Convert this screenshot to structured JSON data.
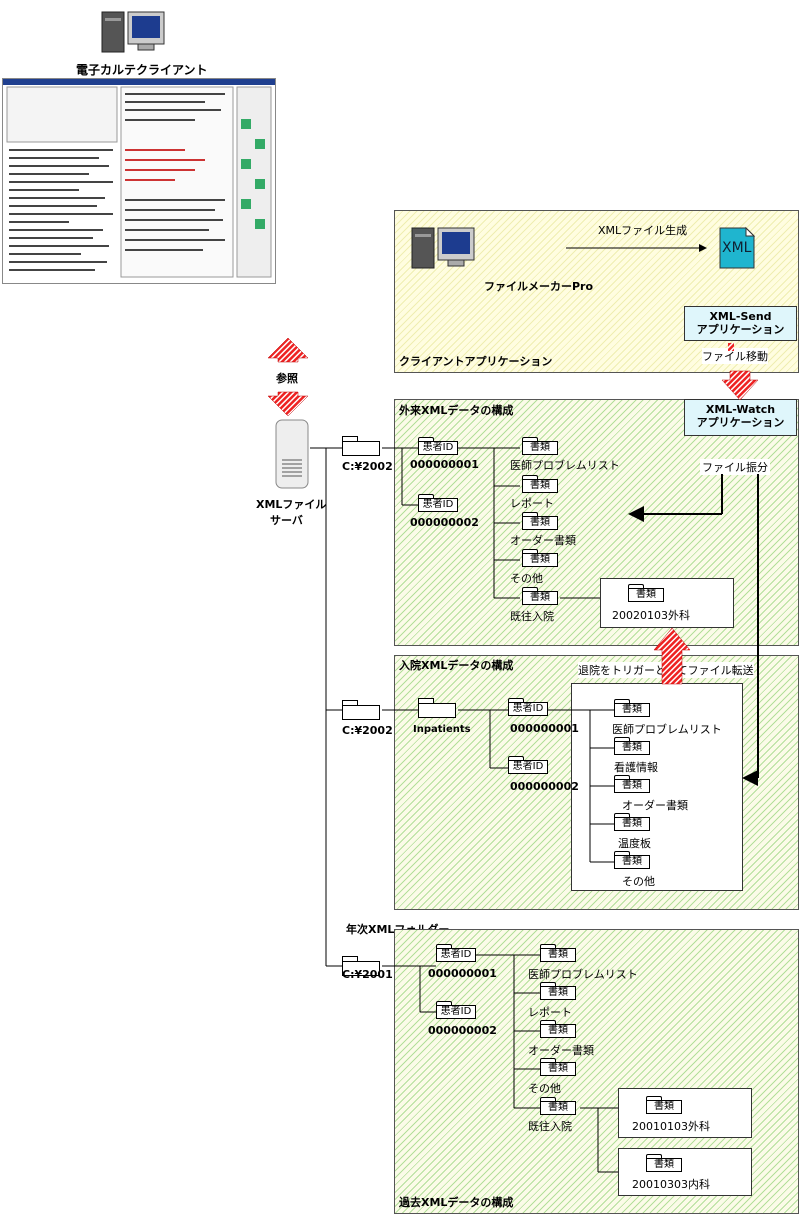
{
  "client": {
    "label": "電子カルテクライアント"
  },
  "client_app_panel": {
    "title": "クライアントアプリケーション",
    "filemaker_label": "ファイルメーカーPro",
    "xml_gen_label": "XMLファイル生成",
    "xml_icon_text": "XML",
    "xml_send_line1": "XML-Send",
    "xml_send_line2": "アプリケーション",
    "file_move": "ファイル移動"
  },
  "reference_label": "参照",
  "server": {
    "line1": "XMLファイル",
    "line2": "サーバ"
  },
  "outpatient": {
    "title": "外来XMLデータの構成",
    "drive": "C:¥2002",
    "watch_line1": "XML-Watch",
    "watch_line2": "アプリケーション",
    "file_sort": "ファイル振分",
    "patient_label": "患者ID",
    "patient_1": "000000001",
    "patient_2": "000000002",
    "doc_label": "書類",
    "docs": [
      "医師プロブレムリスト",
      "レポート",
      "オーダー書類",
      "その他",
      "既往入院"
    ],
    "past_doc": "20020103外科"
  },
  "inpatient": {
    "title": "入院XMLデータの構成",
    "trigger": "退院をトリガーとしてファイル転送",
    "drive": "C:¥2002",
    "folder": "Inpatients",
    "patient_label": "患者ID",
    "patient_1": "000000001",
    "patient_2": "000000002",
    "doc_label": "書類",
    "docs": [
      "医師プロブレムリスト",
      "看護情報",
      "オーダー書類",
      "温度板",
      "その他"
    ]
  },
  "annual": {
    "title": "年次XMLフォルダー",
    "panel_title": "過去XMLデータの構成",
    "drive": "C:¥2001",
    "patient_label": "患者ID",
    "patient_1": "000000001",
    "patient_2": "000000002",
    "doc_label": "書類",
    "docs": [
      "医師プロブレムリスト",
      "レポート",
      "オーダー書類",
      "その他",
      "既往入院"
    ],
    "past_doc_1": "20010103外科",
    "past_doc_2": "20010303内科"
  }
}
